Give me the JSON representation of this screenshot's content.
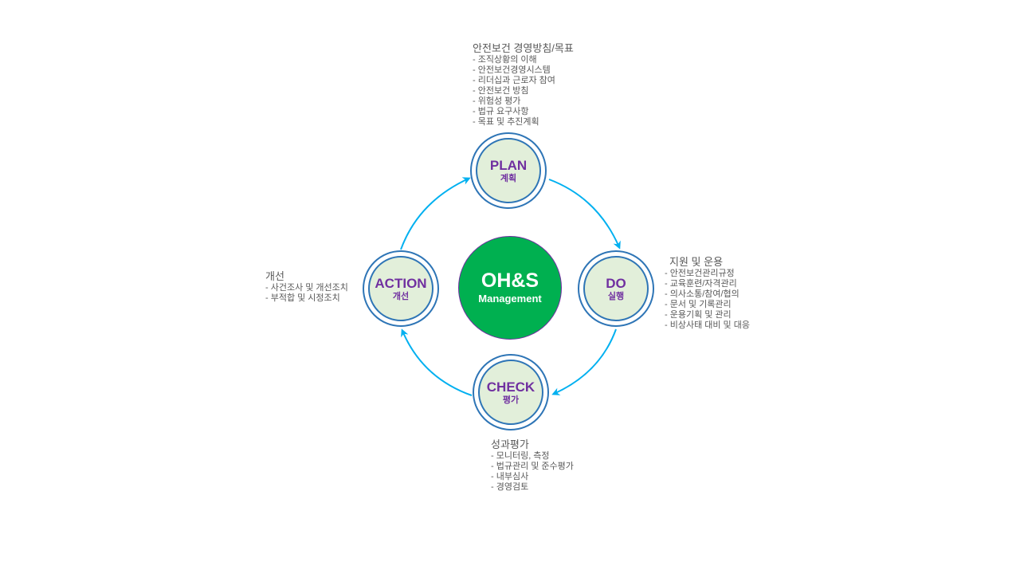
{
  "center": {
    "title": "OH&S",
    "subtitle": "Management"
  },
  "nodes": {
    "plan": {
      "en": "PLAN",
      "ko": "계획"
    },
    "do": {
      "en": "DO",
      "ko": "실행"
    },
    "check": {
      "en": "CHECK",
      "ko": "평가"
    },
    "action": {
      "en": "ACTION",
      "ko": "개선"
    }
  },
  "descriptions": {
    "plan": {
      "heading": "안전보건 경영방침/목표",
      "items": [
        "- 조직상황의 이해",
        "- 안전보건경영시스템",
        "- 리더십과 근로자 참여",
        "- 안전보건 방침",
        "- 위험성 평가",
        "- 법규 요구사항",
        "- 목표 및 추진계획"
      ]
    },
    "do": {
      "heading": "지원 및 운용",
      "items": [
        "- 안전보건관리규정",
        "- 교육훈련/자격관리",
        "- 의사소통/참여/협의",
        "- 문서 및 기록관리",
        "- 운용기획 및 관리",
        "- 비상사태 대비 및 대응"
      ]
    },
    "check": {
      "heading": "성과평가",
      "items": [
        "- 모니터링, 측정",
        "- 법규관리 및 준수평가",
        "- 내부심사",
        "- 경영검토"
      ]
    },
    "action": {
      "heading": "개선",
      "items": [
        "- 사건조사 및 개선조치",
        "- 부적합 및 시정조치"
      ]
    }
  },
  "colors": {
    "arrow": "#00b0f0",
    "center": "#00b050",
    "ring": "#2e75b6",
    "label": "#7030a0",
    "fill": "#e2efda"
  }
}
